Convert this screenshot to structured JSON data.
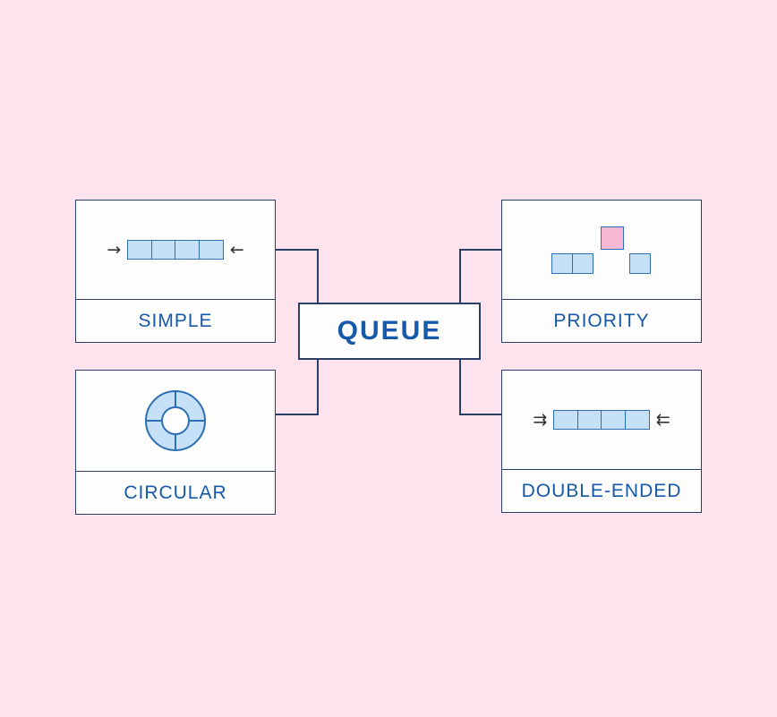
{
  "diagram": {
    "center_label": "QUEUE",
    "nodes": [
      {
        "id": "simple",
        "label": "SIMPLE"
      },
      {
        "id": "priority",
        "label": "PRIORITY"
      },
      {
        "id": "circular",
        "label": "CIRCULAR"
      },
      {
        "id": "double_ended",
        "label": "DOUBLE-ENDED"
      }
    ],
    "icons": {
      "simple": {
        "cells": 4,
        "left_arrow": "→",
        "right_arrow": "←"
      },
      "priority": {
        "bottom_cells": 3,
        "top_cells": 1
      },
      "circular": {
        "segments": 4
      },
      "double_ended": {
        "cells": 4,
        "left_arrow": "⇉",
        "right_arrow": "⇇"
      }
    },
    "colors": {
      "background": "#fce3ee",
      "box_fill": "#fdfdfd",
      "box_border": "#2c3e64",
      "connector": "#2c3e64",
      "label_text": "#1659a8",
      "cell_fill": "#c6e0f8",
      "cell_border": "#2d6fb2",
      "priority_cell_fill": "#f9b9d4",
      "arrow": "#333333"
    }
  }
}
